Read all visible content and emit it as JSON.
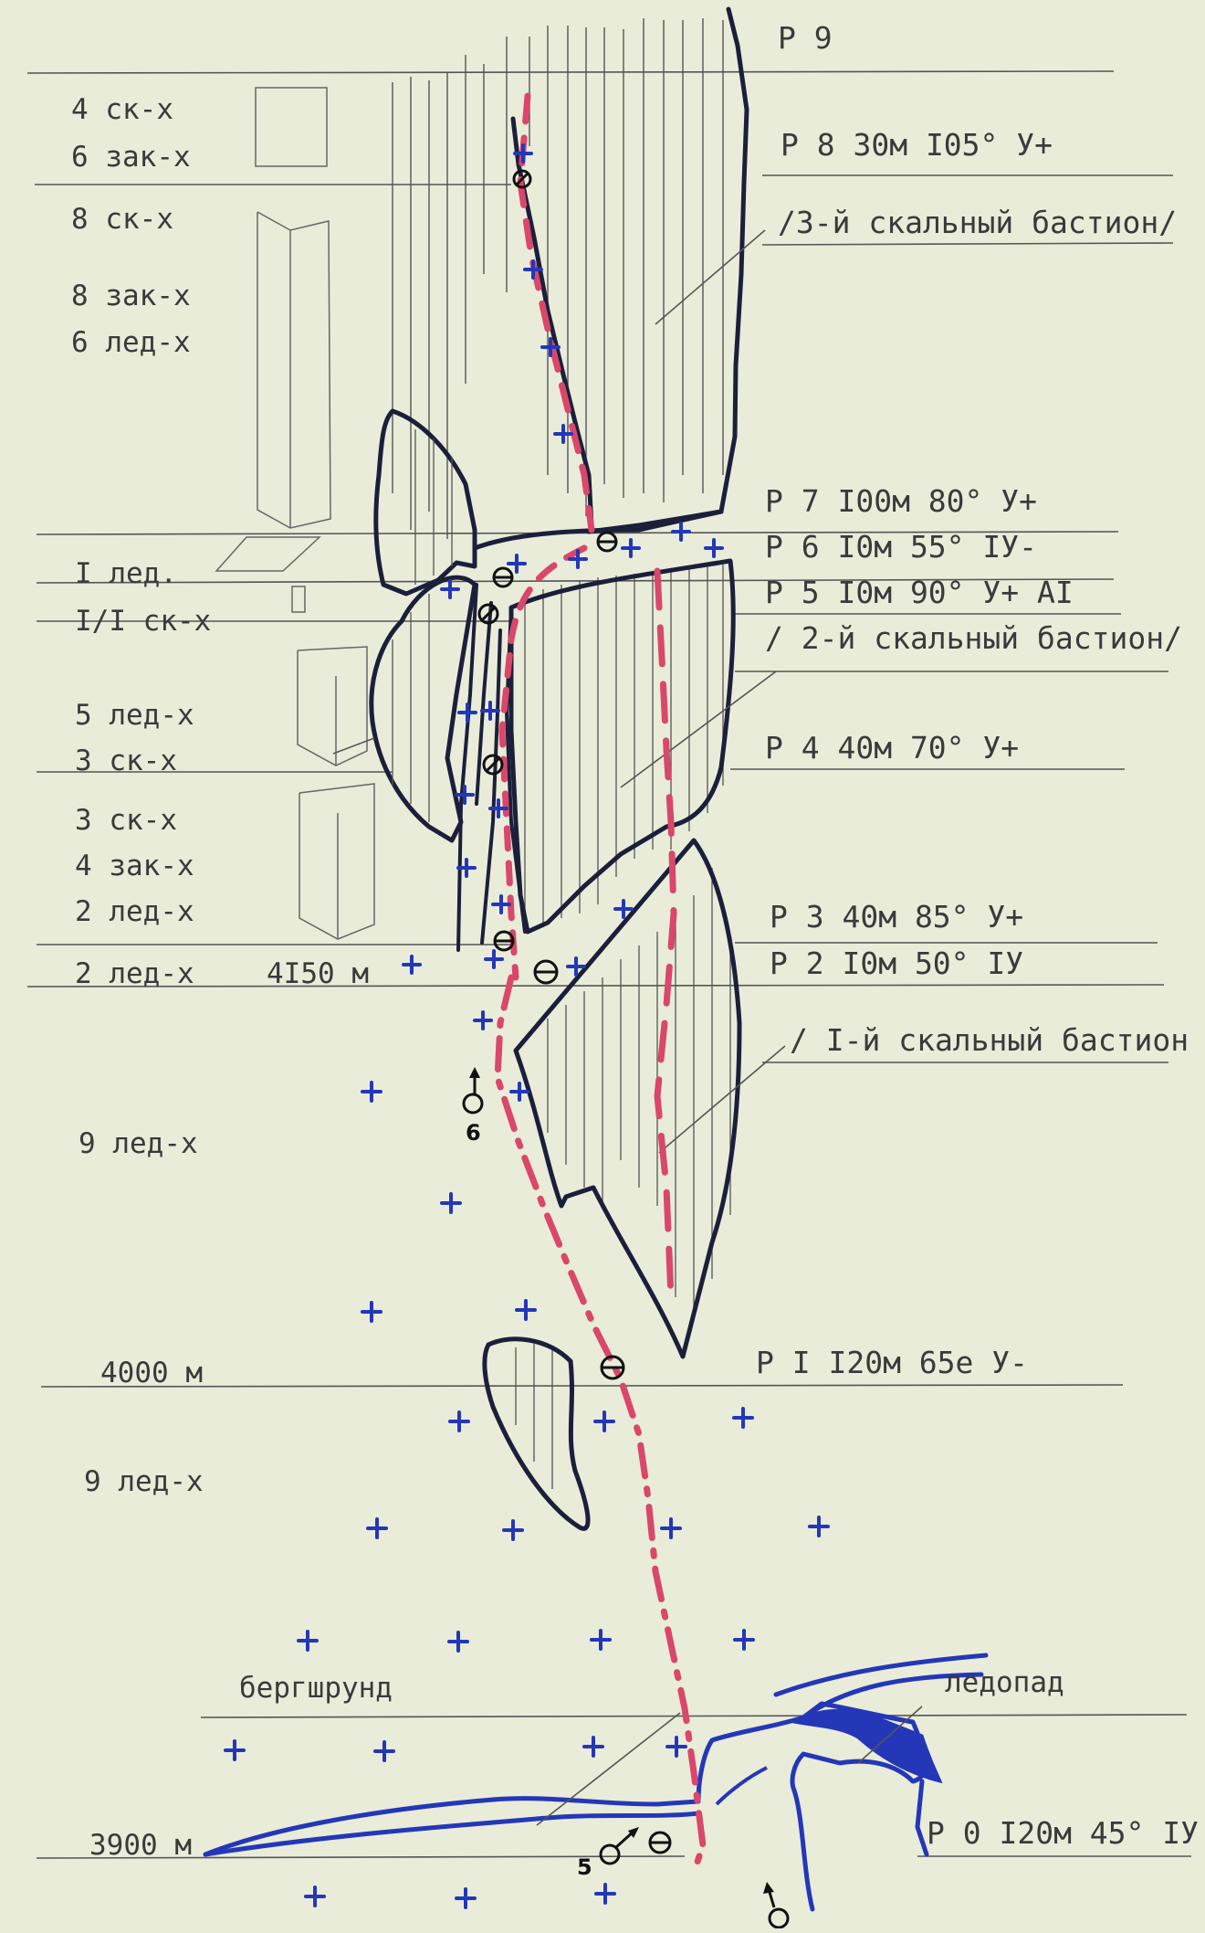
{
  "left_labels": {
    "l1": "4 ск-х",
    "l2": "6 зак-х",
    "l3": "8 ск-х",
    "l4": "8 зак-х",
    "l5": "6 лед-х",
    "l6": "I лед.",
    "l7": "I/I ск-х",
    "l8": "5 лед-х",
    "l9": "3 ск-х",
    "l10": "3 ск-х",
    "l11": "4 зак-х",
    "l12": "2 лед-х",
    "l13": "2 лед-х",
    "l14": "9 лед-х",
    "l15": "9 лед-х"
  },
  "altitudes": {
    "a4150": "4I50 м",
    "a4000": "4000 м",
    "a3900": "3900 м"
  },
  "pitches": {
    "r9": "Р 9",
    "r8": "Р 8 30м I05° У+",
    "r7": "Р 7 I00м 80° У+",
    "r6": "Р 6 I0м 55° IУ-",
    "r5": "Р 5 I0м 90° У+ AI",
    "r4": "Р 4 40м 70° У+",
    "r3": "Р 3 40м 85° У+",
    "r2": "Р 2 I0м 50° IУ",
    "r1": "Р I I20м 65е У-",
    "r0": "Р 0 I20м 45° IУ"
  },
  "features": {
    "bastion3": "/3-й скальный бастион/",
    "bastion2": "/ 2-й скальный бастион/",
    "bastion1": "/ I-й скальный бастион",
    "bergschrund": "бергшрунд",
    "icefall": "ледопад"
  },
  "markers": {
    "m6": "6",
    "m5": "5"
  },
  "colors": {
    "paper": "#e9ecd9",
    "pencil": "#555555",
    "ink": "#1c1f3a",
    "route": "#d9476a",
    "blue": "#2437b8"
  }
}
